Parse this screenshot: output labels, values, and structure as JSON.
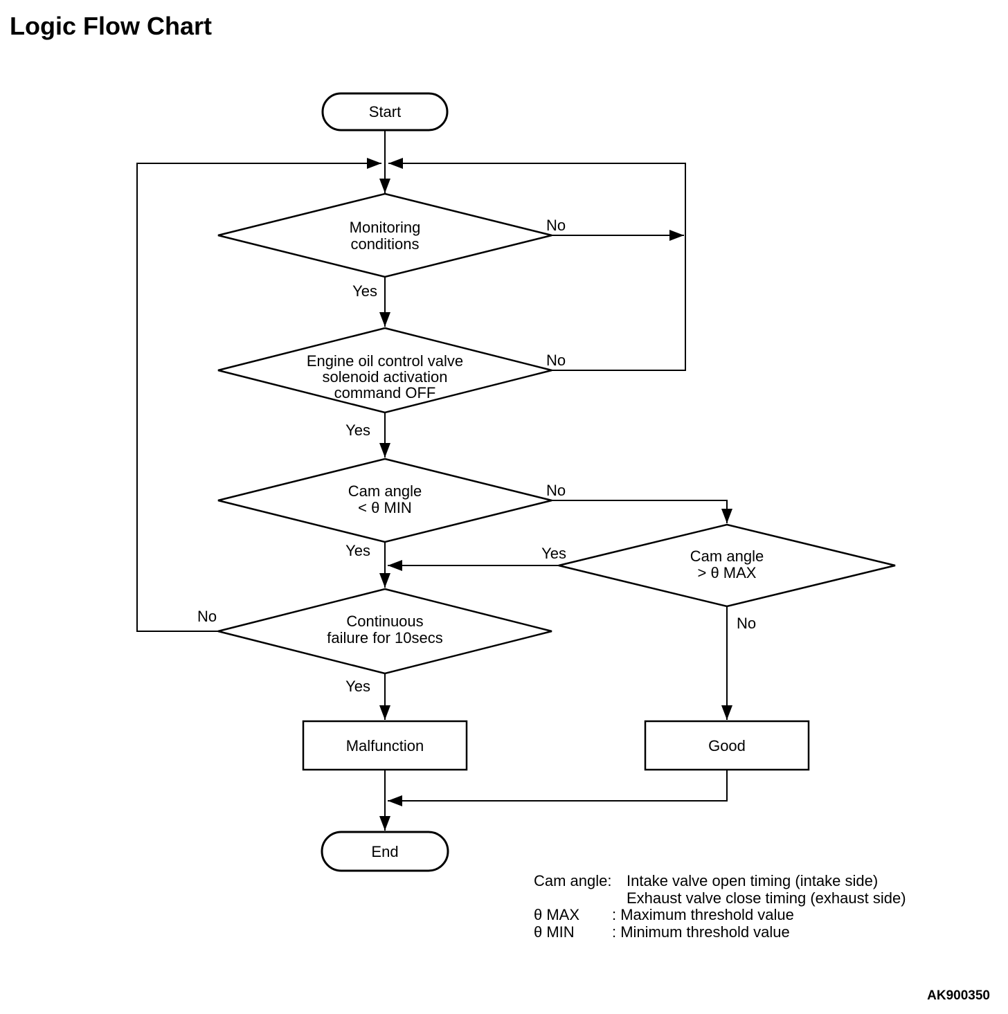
{
  "title": "Logic Flow Chart",
  "figure_code": "AK900350",
  "nodes": {
    "start": {
      "label": "Start"
    },
    "monitoring": {
      "line1": "Monitoring",
      "line2": "conditions"
    },
    "oil_valve": {
      "line1": "Engine oil control valve",
      "line2": "solenoid activation",
      "line3": "command OFF"
    },
    "cam_min": {
      "line1": "Cam angle",
      "line2": "< θ MIN"
    },
    "cam_max": {
      "line1": "Cam angle",
      "line2": "> θ MAX"
    },
    "continuous_failure": {
      "line1": "Continuous",
      "line2": "failure for 10secs"
    },
    "malfunction": {
      "label": "Malfunction"
    },
    "good": {
      "label": "Good"
    },
    "end": {
      "label": "End"
    }
  },
  "edge_labels": {
    "monitoring_yes": "Yes",
    "monitoring_no": "No",
    "oil_valve_yes": "Yes",
    "oil_valve_no": "No",
    "cam_min_yes": "Yes",
    "cam_min_no": "No",
    "cam_max_yes": "Yes",
    "cam_max_no": "No",
    "continuous_failure_yes": "Yes",
    "continuous_failure_no": "No"
  },
  "legend": {
    "cam_angle_term": "Cam angle:",
    "cam_angle_def_line1": "Intake valve open timing (intake side)",
    "cam_angle_def_line2": "Exhaust valve close timing (exhaust side)",
    "theta_max_term": "θ MAX",
    "theta_max_def": ": Maximum threshold value",
    "theta_min_term": "θ MIN",
    "theta_min_def": ": Minimum threshold value"
  }
}
